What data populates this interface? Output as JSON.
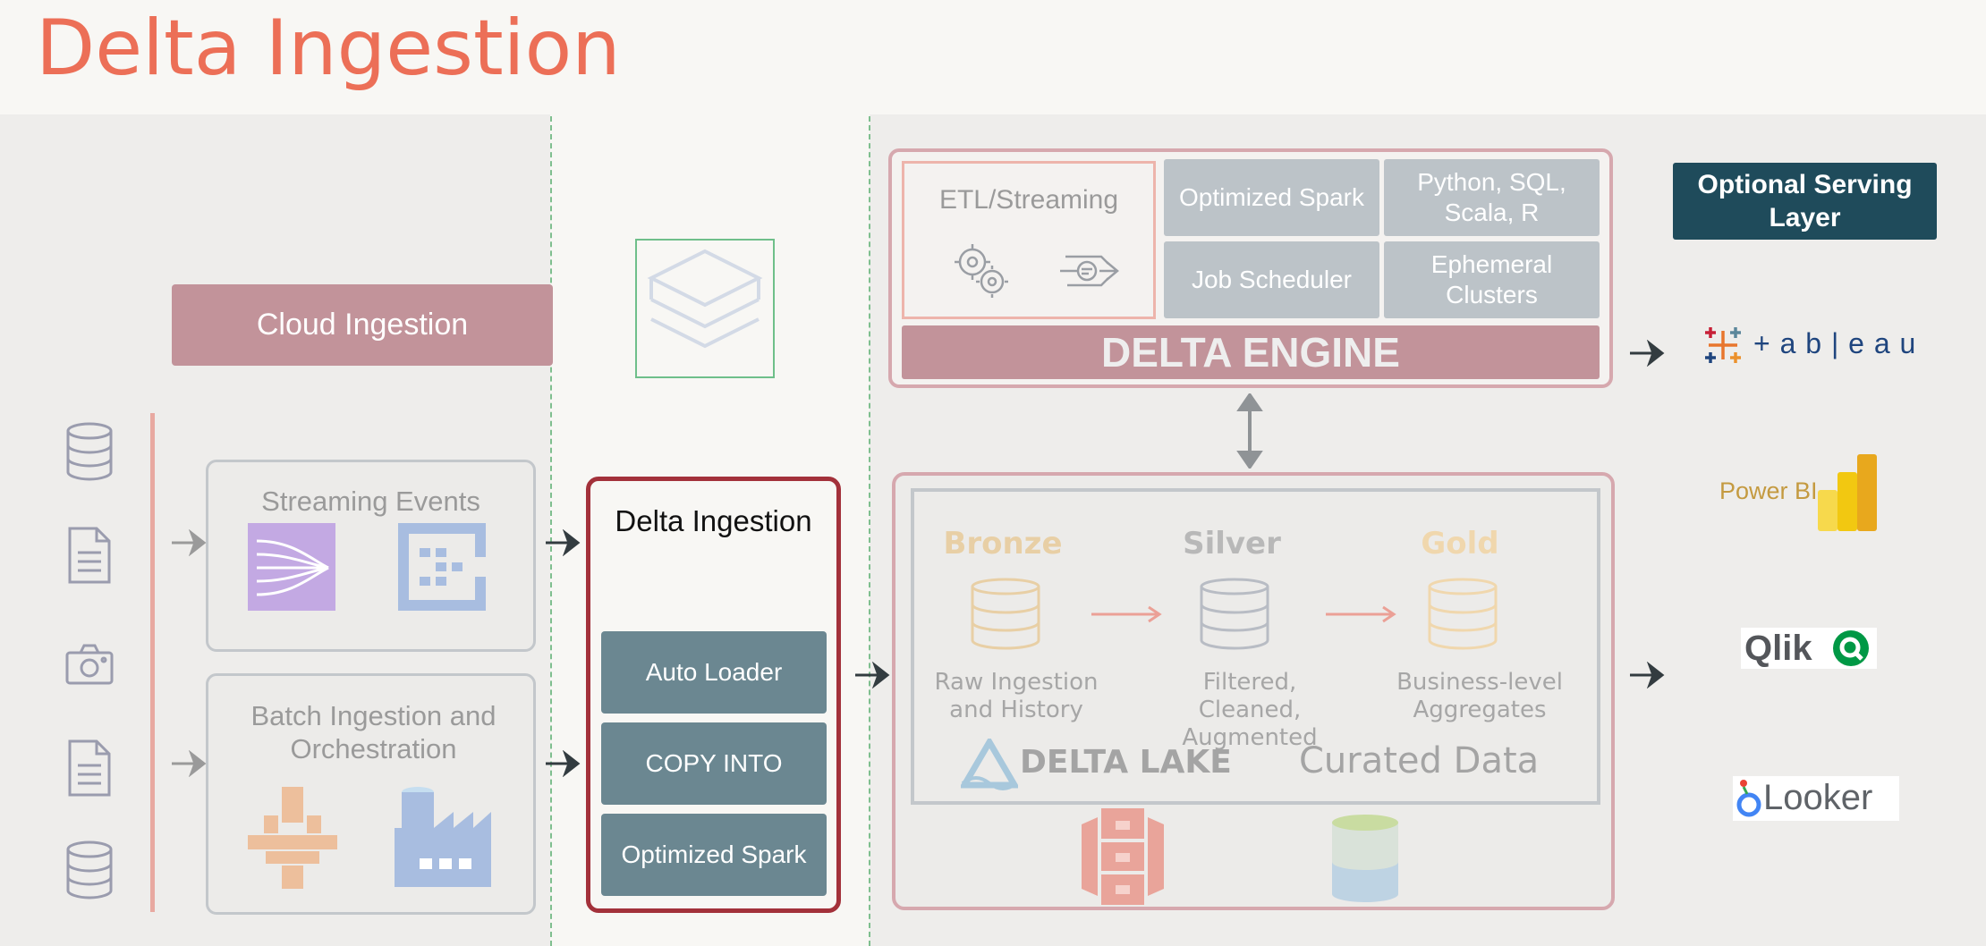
{
  "title": "Delta Ingestion",
  "sources": {
    "cloud_ingestion": "Cloud Ingestion",
    "streaming_title": "Streaming Events",
    "batch_title": "Batch Ingestion and Orchestration",
    "icons": [
      "database-icon",
      "document-icon",
      "camera-icon",
      "document-icon",
      "database-icon"
    ]
  },
  "ingestion": {
    "title": "Delta Ingestion",
    "auto_loader": "Auto Loader",
    "copy_into": "COPY INTO",
    "optimized_spark": "Optimized Spark"
  },
  "engine": {
    "etl": "ETL/Streaming",
    "tiles": [
      "Optimized Spark",
      "Python, SQL, Scala, R",
      "Job Scheduler",
      "Ephemeral Clusters"
    ],
    "label": "DELTA ENGINE"
  },
  "lake": {
    "bronze": "Bronze",
    "silver": "Silver",
    "gold": "Gold",
    "bronze_caption": "Raw Ingestion and History",
    "silver_caption": "Filtered, Cleaned, Augmented",
    "gold_caption": "Business-level Aggregates",
    "delta_lake": "DELTA LAKE",
    "curated": "Curated Data"
  },
  "serving": {
    "title": "Optional Serving Layer",
    "tableau": "+ a b | e a u",
    "powerbi": "Power BI",
    "qlik": "Qlik",
    "looker": "Looker"
  },
  "colors": {
    "title": "#ec6f57",
    "accent_red": "#c2939a",
    "ingestion_border": "#a3313a",
    "button": "#6b8791",
    "tile": "#bcc3c8",
    "serving": "#1f4b5b",
    "bronze": "#e8cfa5",
    "gold": "#f0d7ad"
  }
}
